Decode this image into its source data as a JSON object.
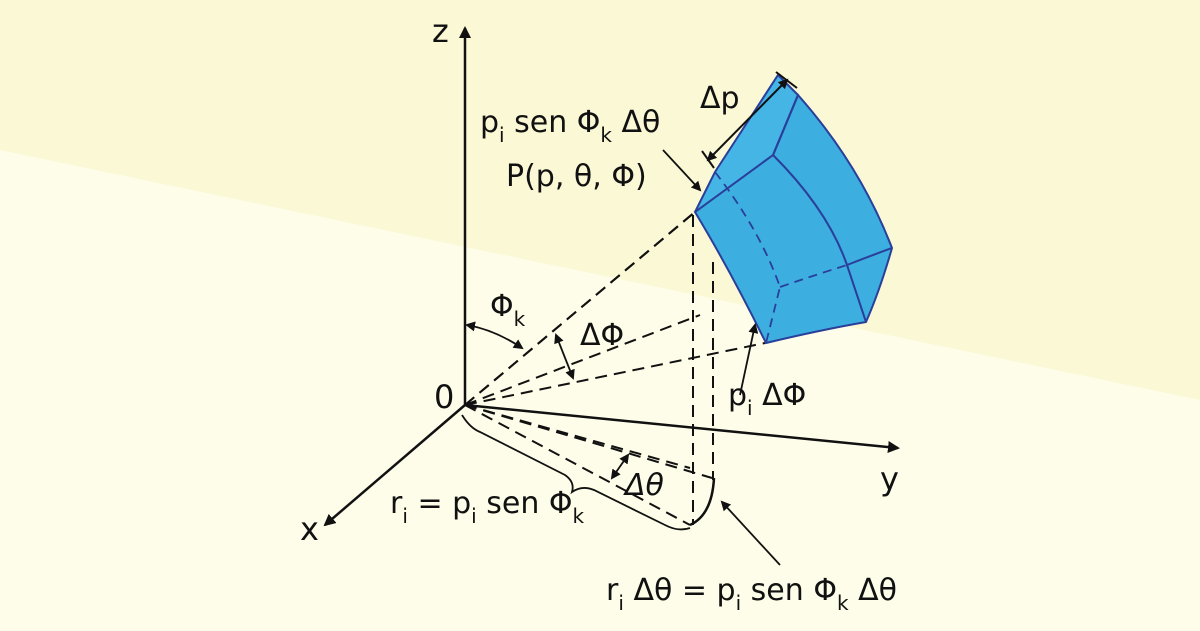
{
  "axes": {
    "z_label": "z",
    "y_label": "y",
    "x_label": "x",
    "origin_label": "0"
  },
  "labels": {
    "arc_phi_radius": {
      "main": "p",
      "sub": "i",
      "tail": " sen Φ",
      "sub2": "k",
      "end": " Δθ"
    },
    "point": "P(p, θ, Φ)",
    "delta_p": "Δp",
    "phi_k": {
      "main": "Φ",
      "sub": "k"
    },
    "delta_phi": "ΔΦ",
    "p_i_delta_phi": {
      "main": "p",
      "sub": "i",
      "tail": "  ΔΦ"
    },
    "delta_theta": "Δθ",
    "r_i_eq": {
      "a": "r",
      "a_sub": "i",
      "b": " = p",
      "b_sub": "i",
      "c": " sen Φ",
      "c_sub": "k"
    },
    "arc_eq": {
      "a": "r",
      "a_sub": "i",
      "b": " Δθ = p",
      "b_sub": "i",
      "c": " sen Φ",
      "c_sub": "k",
      "d": " Δθ"
    }
  },
  "colors": {
    "background": "#fefde9",
    "band": "#fbf8d6",
    "solid_fill": "#3daee0",
    "solid_stroke": "#2a3f9a",
    "ink": "#111111"
  }
}
